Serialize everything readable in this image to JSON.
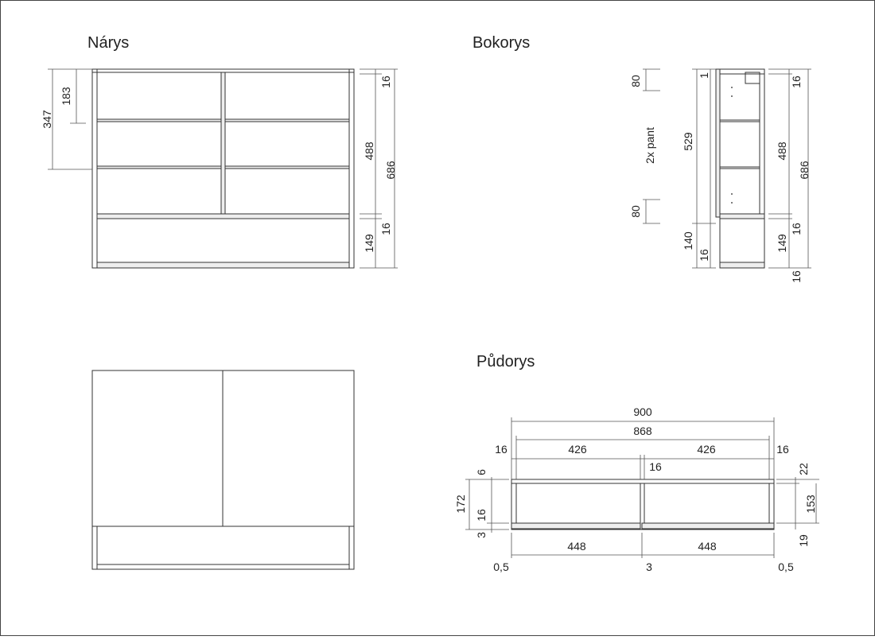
{
  "titles": {
    "front": "Nárys",
    "side": "Bokorys",
    "plan": "Půdorys"
  },
  "front_dims": {
    "left_outer": "347",
    "left_inner": "183",
    "right_top": "16",
    "right_mid": "488",
    "right_total": "686",
    "right_shelf": "16",
    "right_bottom": "149"
  },
  "side_dims": {
    "hinge_top": "80",
    "hinge_label": "2x pant",
    "hinge_bottom": "80",
    "left_main": "529",
    "left_lower": "140",
    "left_base": "16",
    "top_small": "1",
    "right_top": "16",
    "right_mid": "488",
    "right_total": "686",
    "right_shelf": "16",
    "right_bottom": "149",
    "right_base": "16"
  },
  "plan_dims": {
    "total_width": "900",
    "inner_width": "868",
    "side_left": "16",
    "side_right": "16",
    "half_left": "426",
    "half_right": "426",
    "divider": "16",
    "depth_back": "6",
    "depth_total": "172",
    "depth_front": "16",
    "depth_gap": "3",
    "right_top": "22",
    "right_depth": "153",
    "right_front": "19",
    "door_left": "448",
    "door_right": "448",
    "gap_left": "0,5",
    "gap_mid": "3",
    "gap_right": "0,5"
  }
}
